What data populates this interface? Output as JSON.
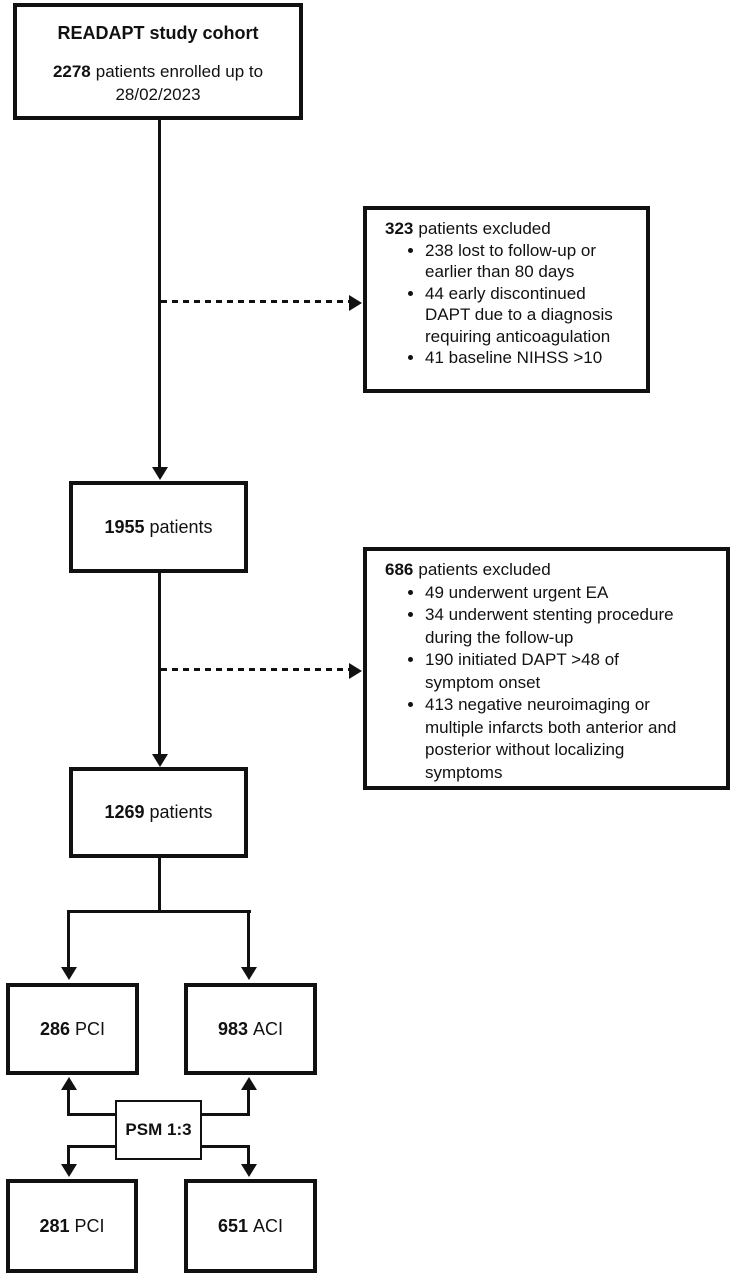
{
  "flowchart": {
    "cohort_box": {
      "title": "READAPT study cohort",
      "count": "2278",
      "text": "patients enrolled up to 28/02/2023"
    },
    "exclusion_box_1": {
      "count": "323",
      "text": "patients excluded",
      "bullets": [
        "238 lost to follow-up or earlier than 80 days",
        "44 early discontinued DAPT due to a diagnosis requiring anticoagulation",
        "41 baseline NIHSS >10"
      ]
    },
    "patients_box_1": {
      "count": "1955",
      "text": "patients"
    },
    "exclusion_box_2": {
      "count": "686",
      "text": "patients excluded",
      "bullets": [
        "49 underwent urgent EA",
        "34 underwent stenting procedure during the follow-up",
        "190 initiated DAPT >48 of symptom onset",
        "413 negative neuroimaging or multiple infarcts both anterior and posterior without  localizing symptoms"
      ]
    },
    "patients_box_2": {
      "count": "1269",
      "text": "patients"
    },
    "pci_box_pre_match": {
      "count": "286",
      "text": "PCI"
    },
    "aci_box_pre_match": {
      "count": "983",
      "text": "ACI"
    },
    "psm_box": {
      "label": "PSM 1:3"
    },
    "pci_box_post_match": {
      "count": "281",
      "text": "PCI"
    },
    "aci_box_post_match": {
      "count": "651",
      "text": "ACI"
    }
  },
  "colors": {
    "line": "#111111",
    "background": "#ffffff"
  }
}
